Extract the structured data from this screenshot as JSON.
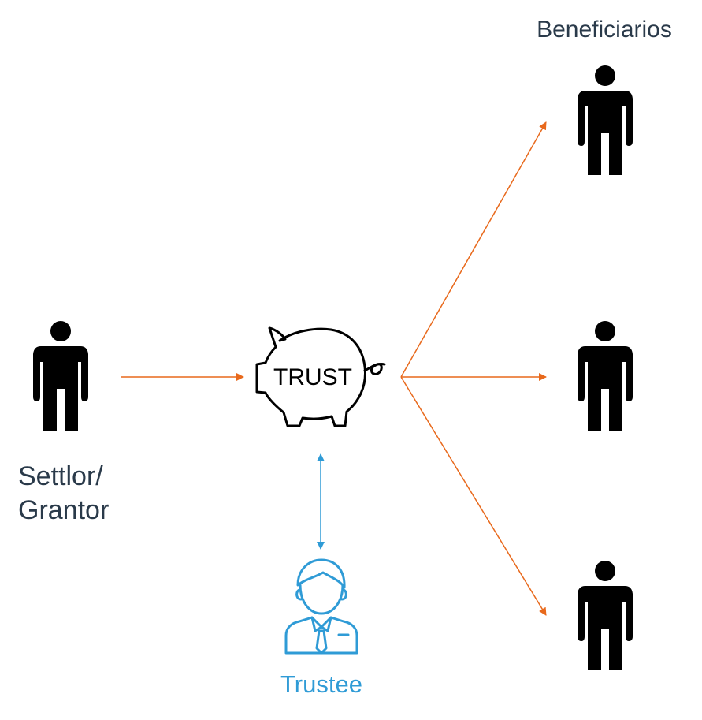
{
  "labels": {
    "beneficiaries": "Beneficiarios",
    "settlor_line1": "Settlor/",
    "settlor_line2": "Grantor",
    "trust": "TRUST",
    "trustee": "Trustee"
  },
  "colors": {
    "text": "#2a3a4a",
    "orange_arrow": "#e8691c",
    "blue": "#2f9bd6",
    "person": "#000000"
  },
  "icons": [
    "person-icon",
    "piggy-bank-icon",
    "trustee-icon"
  ]
}
